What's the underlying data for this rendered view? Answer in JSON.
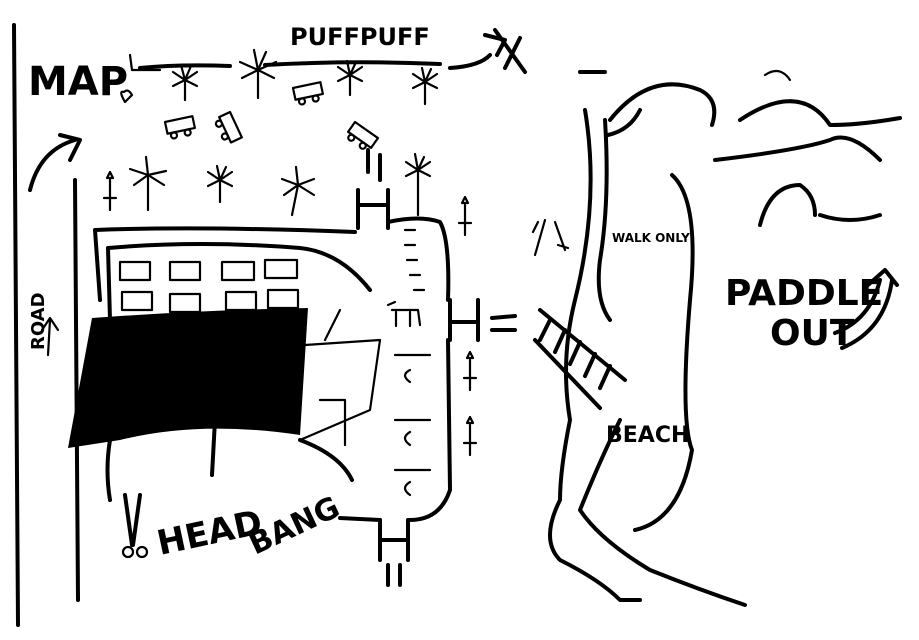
{
  "title": "MAP",
  "labels": {
    "puffpuff": "PUFFPUFF",
    "road": "ROAD",
    "walk_only": "WALK ONLY",
    "paddle": "PADDLE",
    "out": "OUT",
    "beach": "BEACH",
    "head": "HEAD",
    "bang": "BANG"
  },
  "colors": {
    "ink": "#000000",
    "paper": "#ffffff"
  }
}
